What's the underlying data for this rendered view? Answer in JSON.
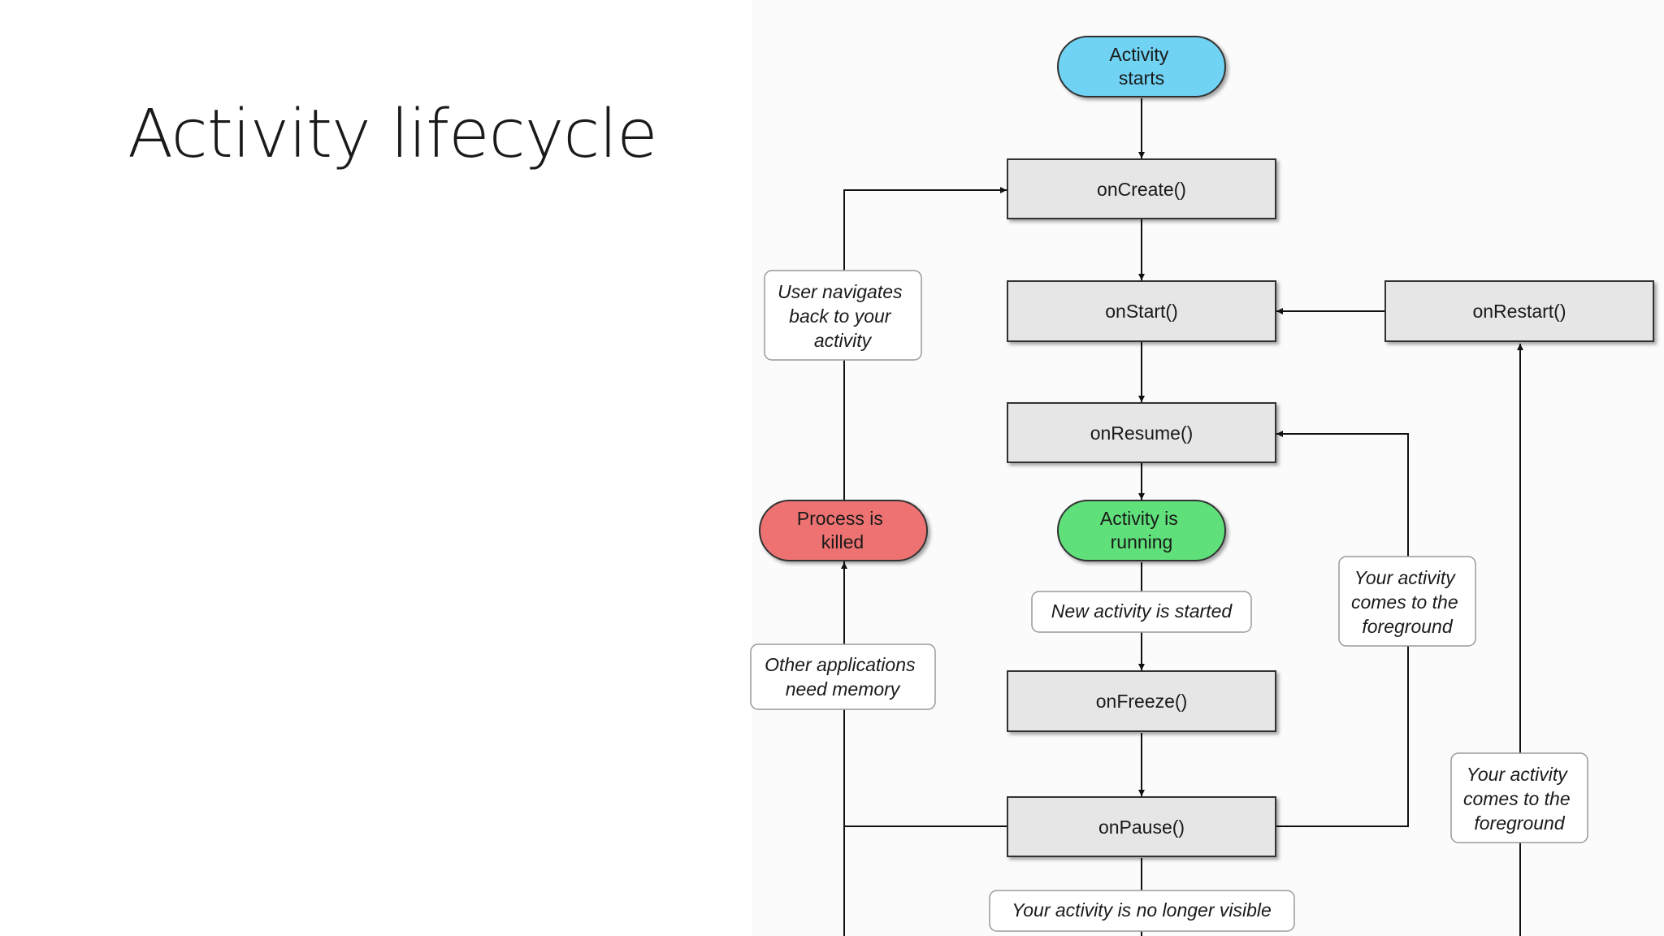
{
  "slide": {
    "title": "Activity lifecycle"
  },
  "colors": {
    "start": "#6fd3f3",
    "running": "#5fe07a",
    "killed": "#ee7272",
    "method": "#e6e6e6",
    "label_border": "#9a9a9a"
  },
  "nodes": {
    "activity_starts": [
      "Activity",
      "starts"
    ],
    "on_create": "onCreate()",
    "on_start": "onStart()",
    "on_restart": "onRestart()",
    "on_resume": "onResume()",
    "activity_running": [
      "Activity is",
      "running"
    ],
    "process_killed": [
      "Process is",
      "killed"
    ],
    "on_freeze": "onFreeze()",
    "on_pause": "onPause()"
  },
  "edge_labels": {
    "user_navigates_back": [
      "User navigates",
      "back to your",
      "activity"
    ],
    "other_apps_need_memory": [
      "Other applications",
      "need memory"
    ],
    "new_activity_started": "New activity is started",
    "comes_to_foreground_resume": [
      "Your activity",
      "comes to the",
      "foreground"
    ],
    "comes_to_foreground_restart": [
      "Your activity",
      "comes to the",
      "foreground"
    ],
    "no_longer_visible": "Your activity is no longer visible"
  }
}
